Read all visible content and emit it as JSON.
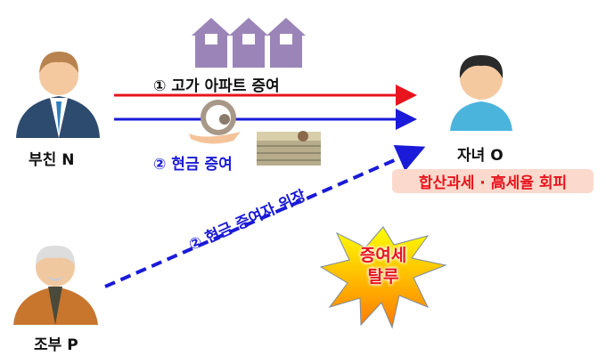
{
  "people": {
    "father": "부친 N",
    "child": "자녀 O",
    "grandfather": "조부 P"
  },
  "flows": {
    "apartment": "① 고가 아파트 증여",
    "cash": "② 현금 증여",
    "disguise": "② 현금 증여자 위장"
  },
  "result": "합산과세 · 高세율 회피",
  "burst": {
    "line1": "증여세",
    "line2": "탈루"
  },
  "colors": {
    "red_arrow": "#e8141e",
    "blue_arrow": "#1a1ad8",
    "houses": "#9b85b8",
    "badge_bg": "#fbd9cc"
  }
}
